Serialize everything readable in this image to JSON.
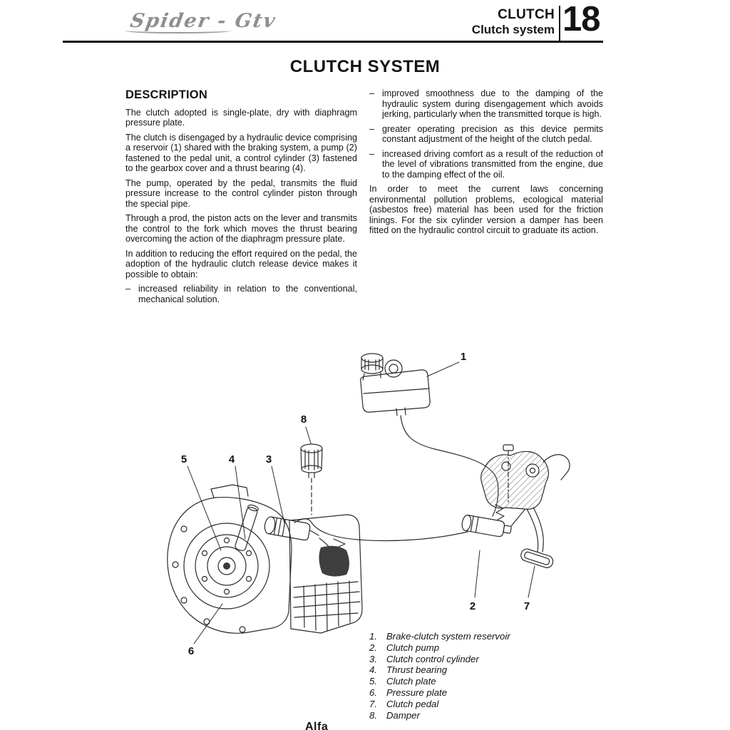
{
  "header": {
    "logo_text": "Spider - Gtv",
    "section_title": "CLUTCH",
    "section_subtitle": "Clutch system",
    "section_number": "18"
  },
  "title": "CLUTCH SYSTEM",
  "marks": {
    "dash": "–"
  },
  "description": {
    "heading": "DESCRIPTION",
    "paragraphs": [
      "The clutch adopted is single-plate, dry with diaphragm pressure plate.",
      "The clutch is disengaged by a hydraulic device comprising a reservoir (1) shared with the braking system, a pump (2) fastened to the pedal unit, a control cylinder (3) fastened to the gearbox cover and a thrust bearing (4).",
      "The pump, operated by the pedal, transmits the fluid pressure increase to the control cylinder piston through the special pipe.",
      "Through a prod, the piston acts on the lever and transmits the control to the fork which moves the thrust bearing overcoming the action of the diaphragm pressure plate.",
      "In addition to reducing the effort required on the pedal, the adoption of the hydraulic clutch release device makes it possible to obtain:"
    ],
    "bullets_left": [
      "increased reliability in relation to the conventional, mechanical solution."
    ],
    "bullets_right": [
      "improved smoothness due to the damping of the hydraulic system during disengagement which avoids jerking, particularly when the transmitted torque is high.",
      "greater operating precision as this device permits constant adjustment of the height of the clutch pedal.",
      "increased driving comfort as a result of the reduction of the level of vibrations transmitted from the engine, due to the damping effect of the oil."
    ],
    "closing_paragraph": "In order to meet the current laws concerning environmental pollution problems, ecological material (asbestos free) material has been used for the friction linings. For the six cylinder version a damper has been fitted on the hydraulic control circuit to graduate its action."
  },
  "diagram": {
    "callouts": [
      "1",
      "2",
      "3",
      "4",
      "5",
      "6",
      "7",
      "8"
    ],
    "legend": [
      {
        "num": "1.",
        "label": "Brake-clutch system reservoir"
      },
      {
        "num": "2.",
        "label": "Clutch pump"
      },
      {
        "num": "3.",
        "label": "Clutch control cylinder"
      },
      {
        "num": "4.",
        "label": "Thrust bearing"
      },
      {
        "num": "5.",
        "label": "Clutch plate"
      },
      {
        "num": "6.",
        "label": "Pressure plate"
      },
      {
        "num": "7.",
        "label": "Clutch pedal"
      },
      {
        "num": "8.",
        "label": "Damper"
      }
    ]
  },
  "footer": {
    "text": "Alfa"
  }
}
